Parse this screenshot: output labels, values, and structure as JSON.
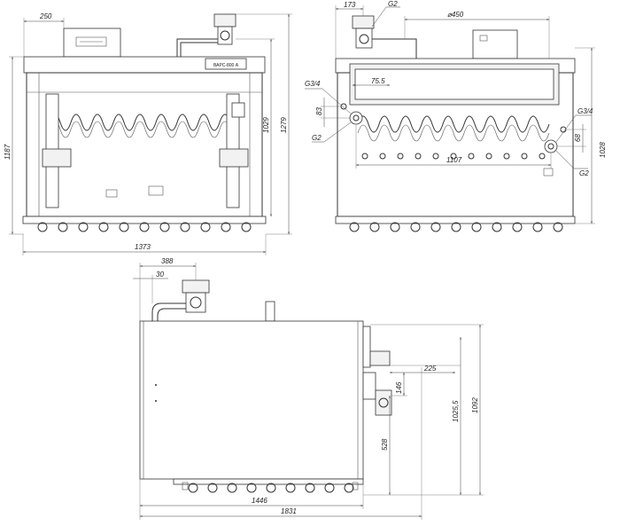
{
  "front_view": {
    "model_label": "ВАРС-800 А",
    "dims": {
      "width_total": "1373",
      "height_total": "1187",
      "height_outer": "1279",
      "height_inner": "1029",
      "top_offset": "250"
    }
  },
  "side_view": {
    "dims": {
      "top_offset": "173",
      "diameter": "⌀450",
      "thread_top": "G2",
      "thread_upper_left": "G3/4",
      "thread_lower_left": "G2",
      "thread_upper_right": "G3/4",
      "thread_lower_right": "G2",
      "inner_offset": "75.5",
      "left_height": "83",
      "right_height": "68",
      "width_inner": "1107",
      "height_total": "1028"
    }
  },
  "top_view": {
    "dims": {
      "offset_outer": "388",
      "offset_inner": "30",
      "depth_body": "1446",
      "depth_total": "1831",
      "right_offset": "225",
      "height_146": "146",
      "height_528": "528",
      "height_1025": "1025,5",
      "height_1092": "1092"
    }
  }
}
